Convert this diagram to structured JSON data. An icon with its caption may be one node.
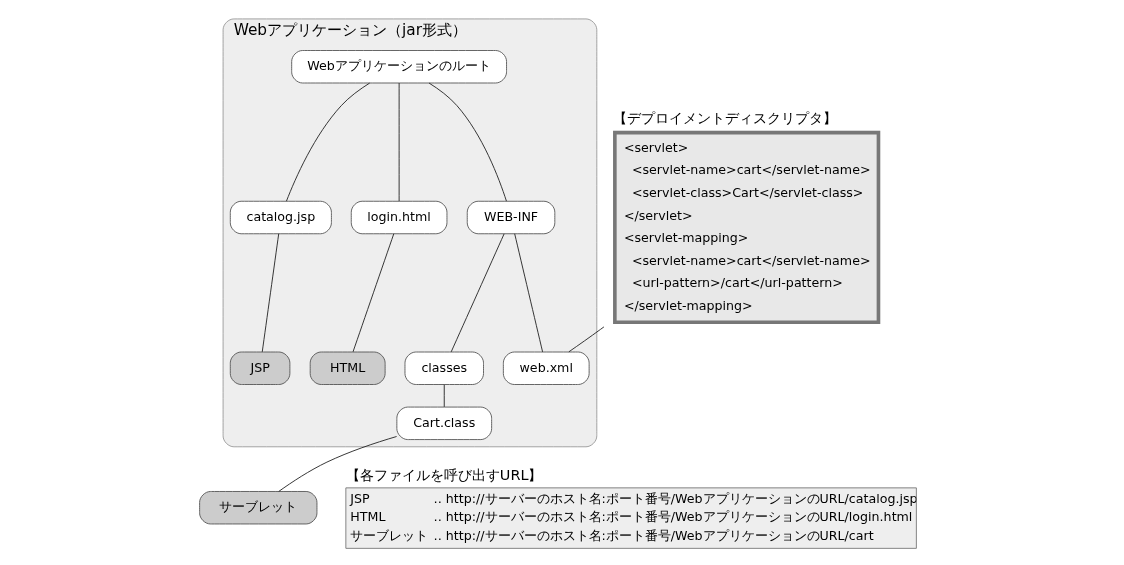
{
  "diagram": {
    "nodes": [
      {
        "text": [
          "Webアプリケーション（jar形式）"
        ]
      },
      {
        "text": [
          "Webアプリケーションのルート"
        ],
        "in": 0
      },
      {
        "text": [
          "catalog.jsp"
        ],
        "in": 0
      },
      {
        "text": [
          "login.html"
        ],
        "in": 0
      },
      {
        "text": [
          "WEB-INF"
        ],
        "in": 0
      },
      {
        "text": [
          "classes"
        ],
        "in": 0
      },
      {
        "text": [
          "web.xml"
        ],
        "in": 0
      },
      {
        "text": [
          "Cart.class"
        ],
        "in": 0
      },
      {
        "text": [
          "JSP"
        ],
        "in": 0
      },
      {
        "text": [
          "HTML"
        ],
        "in": 0
      },
      {
        "text": [
          "サーブレット"
        ]
      },
      {
        "text": [
          "【デプロイメントディスクリプタ】",
          "<servlet>",
          "<servlet-name>cart</servlet-name>",
          "<servlet-class>Cart</servlet-class>",
          "</servlet>",
          "<servlet-mapping>",
          "<servlet-name>cart</servlet-name>",
          "<url-pattern>/cart</url-pattern>",
          "</servlet-mapping>"
        ]
      },
      {
        "text": [
          "【各ファイルを呼び出すURL】",
          "JSP",
          "‥ http://サーバーのホスト名:ポート番号/WebアプリケーションのURL/catalog.jsp",
          "HTML",
          "‥ http://サーバーのホスト名:ポート番号/WebアプリケーションのURL/login.html",
          "サーブレット",
          "‥ http://サーバーのホスト名:ポート番号/WebアプリケーションのURL/cart"
        ]
      }
    ],
    "edges": [
      {
        "from": 1,
        "to": 2,
        "arrow": "none"
      },
      {
        "from": 1,
        "to": 3,
        "arrow": "none"
      },
      {
        "from": 1,
        "to": 4,
        "arrow": "none"
      },
      {
        "from": 4,
        "to": 5,
        "arrow": "none"
      },
      {
        "from": 4,
        "to": 6,
        "arrow": "none"
      },
      {
        "from": 5,
        "to": 7,
        "arrow": "none"
      },
      {
        "from": 8,
        "to": 2,
        "arrow": "none"
      },
      {
        "from": 9,
        "to": 3,
        "arrow": "none"
      },
      {
        "from": 10,
        "to": 7,
        "arrow": "none"
      },
      {
        "from": 11,
        "to": 6,
        "arrow": "none"
      }
    ]
  }
}
